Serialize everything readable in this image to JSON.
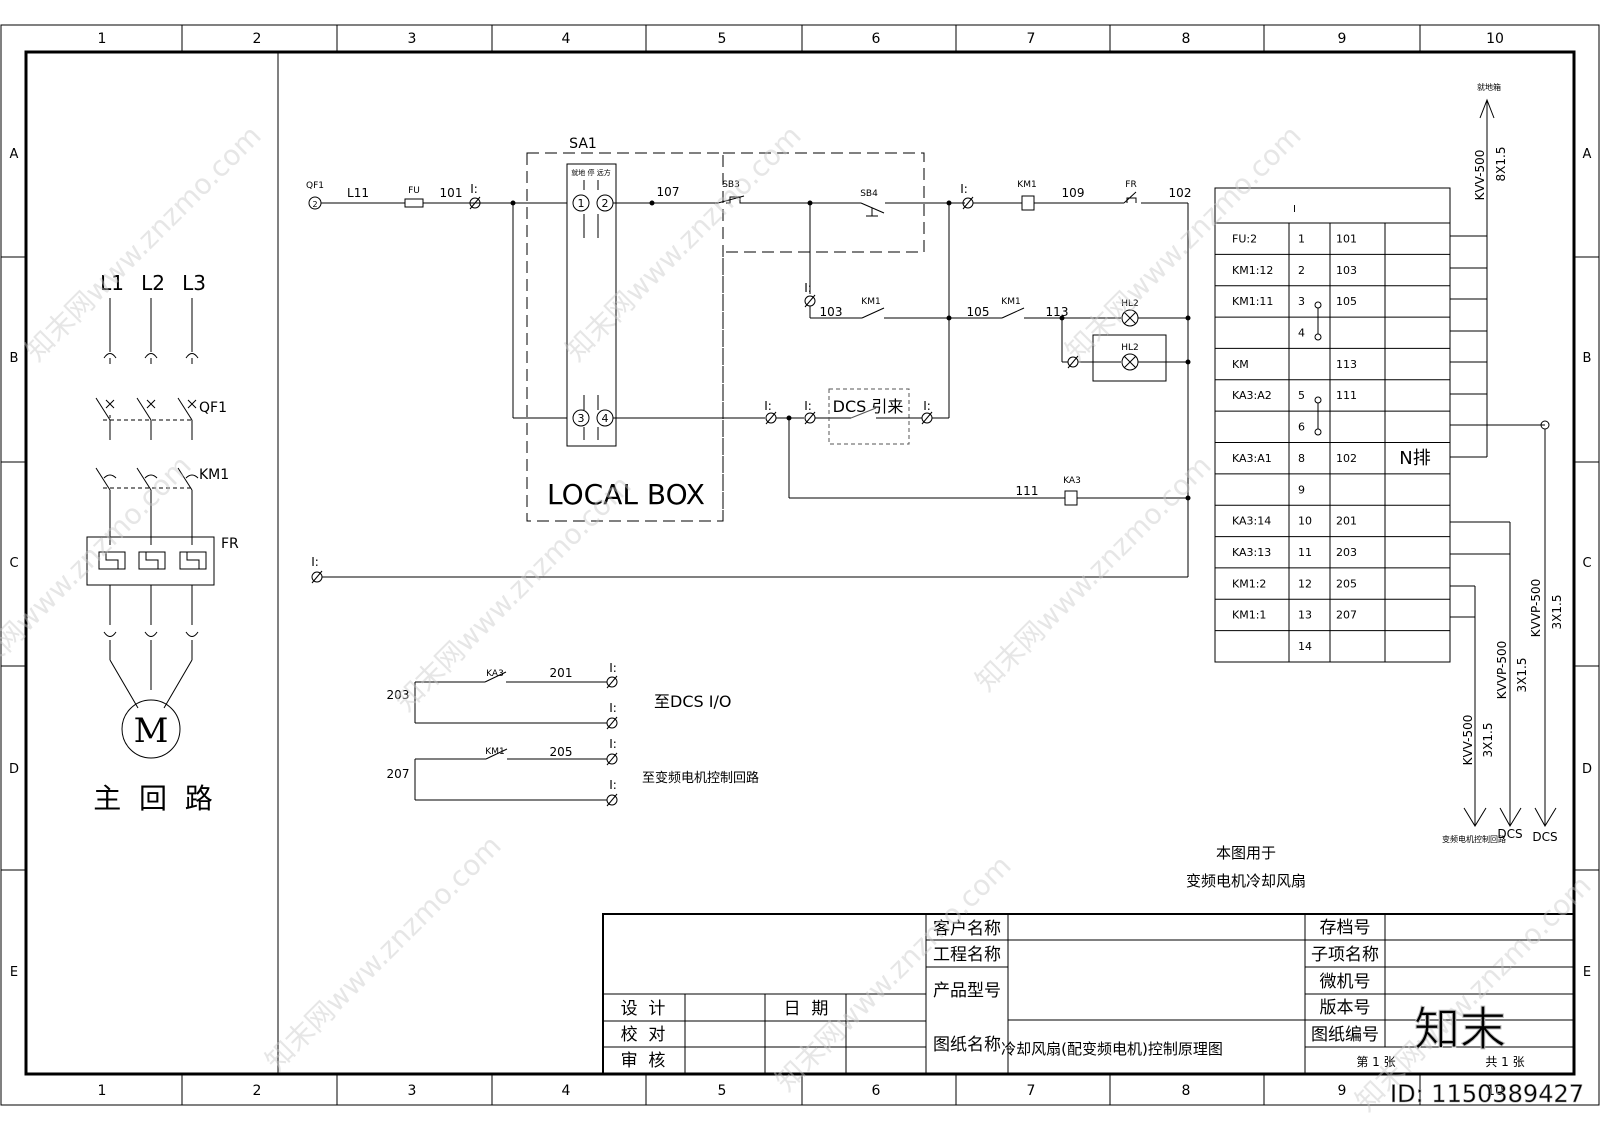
{
  "frame": {
    "col_numbers": [
      "1",
      "2",
      "3",
      "4",
      "5",
      "6",
      "7",
      "8",
      "9",
      "10"
    ],
    "row_letters": [
      "A",
      "B",
      "C",
      "D",
      "E"
    ]
  },
  "main_circuit": {
    "phases": [
      "L1",
      "L2",
      "L3"
    ],
    "breaker": "QF1",
    "contactor": "KM1",
    "overload": "FR",
    "motor": "M",
    "caption": "主  回  路"
  },
  "control": {
    "qf1": "QF1",
    "labels": {
      "l11": "L11",
      "fu": "FU",
      "w101": "101",
      "term1": "I:",
      "sa1": "SA1",
      "sa1_top": "就地 停 远方",
      "c1": "1",
      "c2": "2",
      "c3": "3",
      "c4": "4",
      "w107": "107",
      "sb3": "SB3",
      "sb4": "SB4",
      "term2": "I:",
      "km1_coil": "KM1",
      "w109": "109",
      "fr": "FR",
      "w102": "102",
      "term3": "I:",
      "w103": "103",
      "km1_a": "KM1",
      "w105": "105",
      "km1_b": "KM1",
      "w113": "113",
      "hl2_a": "HL2",
      "hl2_b": "HL2",
      "term4": "I:",
      "term5": "I:",
      "dcs_box": "DCS 引来",
      "term6": "I:",
      "local_box": "LOCAL BOX",
      "w111": "111",
      "ka3": "KA3",
      "term7": "I:"
    }
  },
  "dcs_circuits": {
    "c1_left": "203",
    "c1_ka3": "KA3",
    "c1_right": "201",
    "c1_t1": "I:",
    "c1_t2": "I:",
    "c1_dest": "至DCS I/O",
    "c2_left": "207",
    "c2_km1": "KM1",
    "c2_right": "205",
    "c2_t1": "I:",
    "c2_t2": "I:",
    "c2_dest": "至变频电机控制回路"
  },
  "terminal_block": {
    "header": "I",
    "rows": [
      {
        "name": "FU:2",
        "num": "1",
        "wire": "101"
      },
      {
        "name": "KM1:12",
        "num": "2",
        "wire": "103"
      },
      {
        "name": "KM1:11",
        "num": "3",
        "wire": "105"
      },
      {
        "name": "",
        "num": "4",
        "wire": ""
      },
      {
        "name": "KM",
        "num": "",
        "wire": "113"
      },
      {
        "name": "KA3:A2",
        "num": "5",
        "wire": "111"
      },
      {
        "name": "",
        "num": "6",
        "wire": ""
      },
      {
        "name": "KA3:A1",
        "num": "8",
        "wire": "102"
      },
      {
        "name": "",
        "num": "9",
        "wire": ""
      },
      {
        "name": "KA3:14",
        "num": "10",
        "wire": "201"
      },
      {
        "name": "KA3:13",
        "num": "11",
        "wire": "203"
      },
      {
        "name": "KM1:2",
        "num": "12",
        "wire": "205"
      },
      {
        "name": "KM1:1",
        "num": "13",
        "wire": "207"
      },
      {
        "name": "",
        "num": "14",
        "wire": ""
      }
    ],
    "n_bus": "N排"
  },
  "cables": {
    "top_dest": "就地箱",
    "top_type": "KVV-500",
    "top_size": "8X1.5",
    "c1_type": "KVV-500",
    "c1_size": "3X1.5",
    "c1_dest": "变频电机控制回路",
    "c2_type": "KVVP-500",
    "c2_size": "3X1.5",
    "c2_dest": "DCS",
    "c3_type": "KVVP-500",
    "c3_size": "3X1.5",
    "c3_dest": "DCS"
  },
  "note": {
    "line1": "本图用于",
    "line2": "变频电机冷却风扇"
  },
  "title_block": {
    "design": "设  计",
    "check": "校  对",
    "review": "审  核",
    "date": "日  期",
    "customer": "客户名称",
    "project": "工程名称",
    "product": "产品型号",
    "drawing_name": "图纸名称",
    "drawing_title": "冷却风扇(配变频电机)控制原理图",
    "archive": "存档号",
    "subitem": "子项名称",
    "micro": "微机号",
    "version": "版本号",
    "drawing_no": "图纸编号",
    "sheet_no": "第 1 张",
    "sheet_total": "共 1 张"
  },
  "watermark": {
    "site": "知末网www.znzmo.com",
    "logo": "知末",
    "id": "ID: 1150389427"
  }
}
